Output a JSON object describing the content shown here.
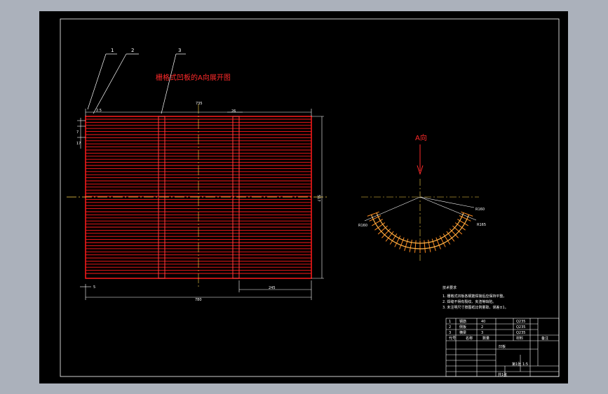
{
  "title": "栅格式凹板的A向展开图",
  "view_label": "A向",
  "balloons": [
    "1",
    "2",
    "3"
  ],
  "dims": {
    "top_width": "735",
    "small_width": "26",
    "gap_tl": "2.5",
    "left_a": "7",
    "left_b": "17",
    "height": "517",
    "bottom_offset": "5",
    "bottom_right": "245",
    "total_width": "780"
  },
  "radii": [
    "R160",
    "R165",
    "R160"
  ],
  "notes": {
    "heading": "技术要求",
    "lines": [
      "1. 栅格式凹板各钢筋焊接后应保持平整。",
      "2. 焊缝不得有裂纹、夹渣等缺陷。",
      "3. 未注明尺寸按图纸比例量取，误差±1。"
    ]
  },
  "title_block": {
    "header": [
      "代号",
      "名称",
      "数量",
      "材料",
      "备注"
    ],
    "part_name": "凹板",
    "rows": [
      [
        "1",
        "钢筋",
        "40",
        "Q235"
      ],
      [
        "2",
        "侧板",
        "2",
        "Q235"
      ],
      [
        "3",
        "横梁",
        "3",
        "Q235"
      ]
    ],
    "sheet": [
      "共1张",
      "第1张",
      "1:5"
    ]
  },
  "colors": {
    "background": "#000000",
    "window": "#abb1bb",
    "grate": "#ff1a1a",
    "center_line": "#ffd84a",
    "arc_ribs": "#ff8a1f"
  }
}
